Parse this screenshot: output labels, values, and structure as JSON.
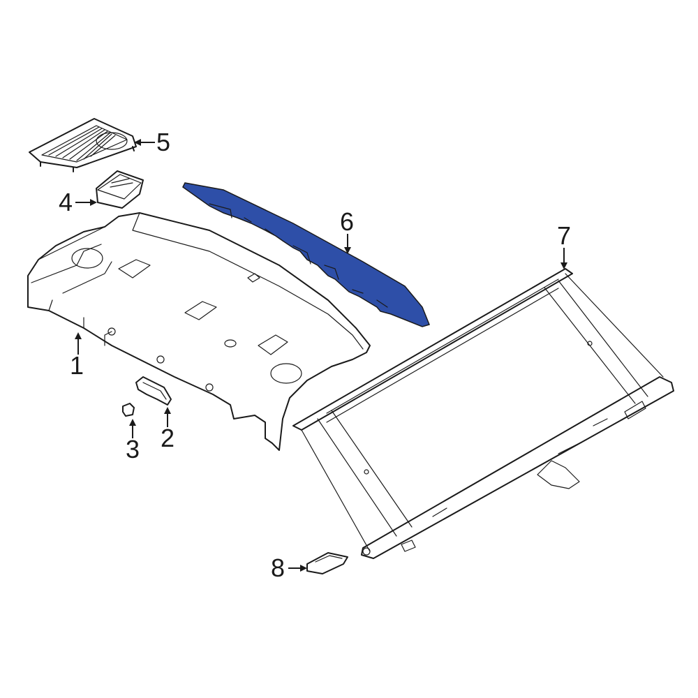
{
  "diagram": {
    "highlight_color": "#2e4fa8",
    "line_color": "#1a1a1a",
    "background": "#ffffff",
    "callouts": [
      {
        "id": "1",
        "label": "1"
      },
      {
        "id": "2",
        "label": "2"
      },
      {
        "id": "3",
        "label": "3"
      },
      {
        "id": "4",
        "label": "4"
      },
      {
        "id": "5",
        "label": "5"
      },
      {
        "id": "6",
        "label": "6"
      },
      {
        "id": "7",
        "label": "7"
      },
      {
        "id": "8",
        "label": "8"
      }
    ]
  }
}
